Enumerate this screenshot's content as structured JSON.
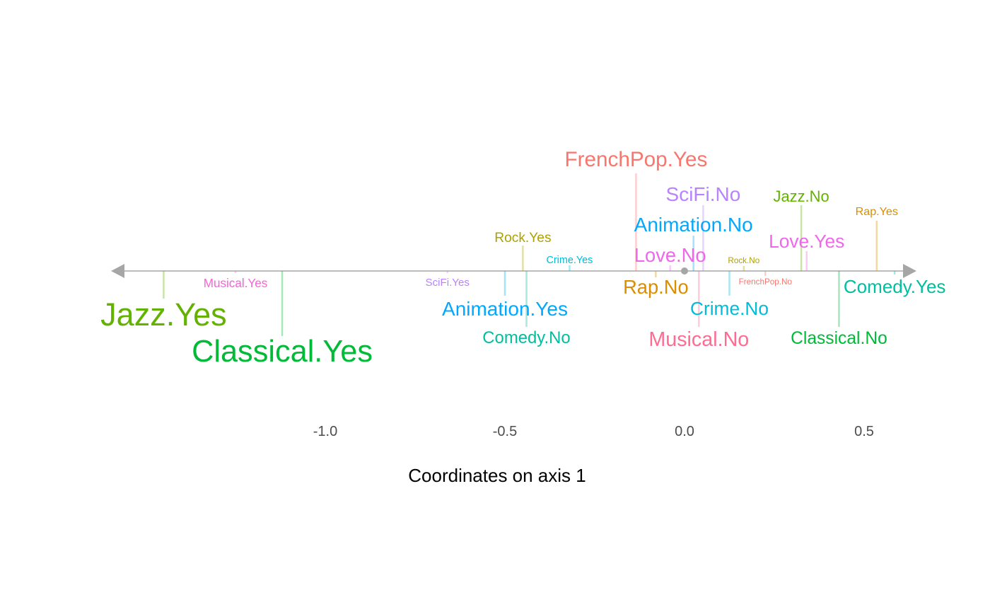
{
  "chart_data": {
    "type": "scatter",
    "xlabel": "Coordinates on axis 1",
    "xticks": [
      -1.0,
      -0.5,
      0.0,
      0.5
    ],
    "xtick_labels": [
      "-1.0",
      "-0.5",
      "0.0",
      "0.5"
    ],
    "grid": false,
    "legend": "none",
    "points": [
      {
        "label": "Jazz.Yes",
        "x": -1.45,
        "side": "below",
        "weight": 1.0,
        "color": "#64B200"
      },
      {
        "label": "Musical.Yes",
        "x": -1.25,
        "side": "below",
        "weight": 0.18,
        "color": "#FB61D7"
      },
      {
        "label": "Classical.Yes",
        "x": -1.12,
        "side": "below",
        "weight": 0.95,
        "color": "#00BA38"
      },
      {
        "label": "SciFi.Yes",
        "x": -0.66,
        "side": "below",
        "weight": 0.12,
        "color": "#B983FF"
      },
      {
        "label": "Animation.Yes",
        "x": -0.5,
        "side": "below",
        "weight": 0.5,
        "color": "#00A9FF"
      },
      {
        "label": "Rock.Yes",
        "x": -0.45,
        "side": "above",
        "weight": 0.24,
        "color": "#AEA200"
      },
      {
        "label": "Comedy.No",
        "x": -0.44,
        "side": "below",
        "weight": 0.38,
        "color": "#00BFA0"
      },
      {
        "label": "Crime.Yes",
        "x": -0.32,
        "side": "above",
        "weight": 0.1,
        "color": "#00BCD8"
      },
      {
        "label": "FrenchPop.Yes",
        "x": -0.135,
        "side": "above",
        "weight": 0.55,
        "color": "#F8766D"
      },
      {
        "label": "Rap.No",
        "x": -0.08,
        "side": "below",
        "weight": 0.48,
        "color": "#DB8E00"
      },
      {
        "label": "Love.No",
        "x": -0.04,
        "side": "above",
        "weight": 0.48,
        "color": "#EF67EB"
      },
      {
        "label": "Animation.No",
        "x": 0.025,
        "side": "above",
        "weight": 0.5,
        "color": "#00A9FF"
      },
      {
        "label": "Musical.No",
        "x": 0.04,
        "side": "below",
        "weight": 0.52,
        "color": "#FF6C91"
      },
      {
        "label": "SciFi.No",
        "x": 0.052,
        "side": "above",
        "weight": 0.5,
        "color": "#B983FF"
      },
      {
        "label": "Crime.No",
        "x": 0.125,
        "side": "below",
        "weight": 0.45,
        "color": "#00BCD8"
      },
      {
        "label": "Rock.No",
        "x": 0.165,
        "side": "above",
        "weight": 0.02,
        "color": "#AEA200"
      },
      {
        "label": "FrenchPop.No",
        "x": 0.225,
        "side": "below",
        "weight": 0.02,
        "color": "#F8766D"
      },
      {
        "label": "Jazz.No",
        "x": 0.325,
        "side": "above",
        "weight": 0.32,
        "color": "#64B200"
      },
      {
        "label": "Love.Yes",
        "x": 0.34,
        "side": "above",
        "weight": 0.45,
        "color": "#EF67EB"
      },
      {
        "label": "Classical.No",
        "x": 0.43,
        "side": "below",
        "weight": 0.4,
        "color": "#00BA38"
      },
      {
        "label": "Rap.Yes",
        "x": 0.535,
        "side": "above",
        "weight": 0.15,
        "color": "#DB8E00"
      },
      {
        "label": "Comedy.Yes",
        "x": 0.585,
        "side": "below",
        "weight": 0.44,
        "color": "#00BFA0"
      }
    ]
  }
}
